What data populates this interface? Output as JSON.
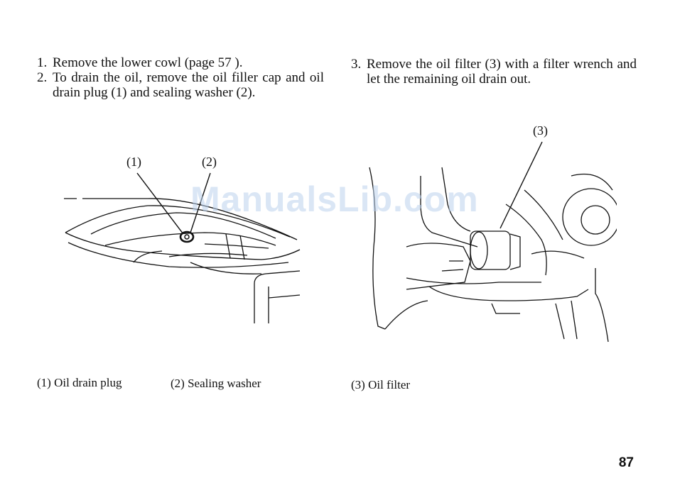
{
  "left_column": {
    "steps": [
      {
        "num": "1.",
        "text": "Remove the lower cowl (page 57 )."
      },
      {
        "num": "2.",
        "text": "To drain the oil, remove the oil filler cap and oil drain plug (1) and sealing washer (2)."
      }
    ]
  },
  "right_column": {
    "steps": [
      {
        "num": "3.",
        "text": "Remove the oil filter (3) with a filter wrench and let the remaining oil drain out."
      }
    ]
  },
  "figure_left": {
    "callouts": [
      "(1)",
      "(2)"
    ],
    "captions": [
      "(1)  Oil drain plug",
      "(2)  Sealing washer"
    ]
  },
  "figure_right": {
    "callouts": [
      "(3)"
    ],
    "captions": [
      "(3)  Oil filter"
    ]
  },
  "watermark": "ManualsLib.com",
  "page_number": "87"
}
